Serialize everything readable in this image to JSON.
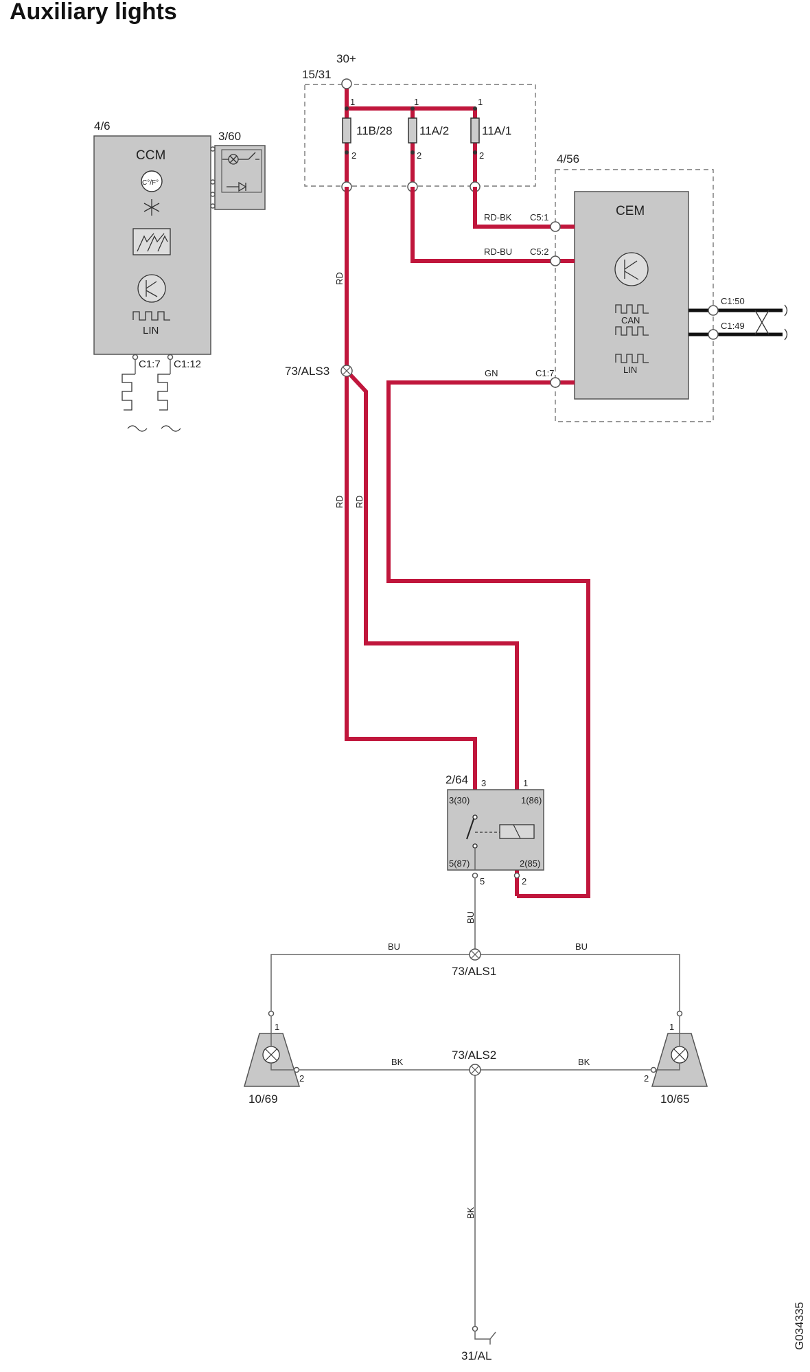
{
  "title": "Auxiliary lights",
  "figure_id": "G034335",
  "components": {
    "ccm": {
      "ref": "4/6",
      "name": "CCM",
      "temp": "C°/F°",
      "lin": "LIN",
      "pin_a": "C1:7",
      "pin_b": "C1:12"
    },
    "switch": {
      "ref": "3/60"
    },
    "fusebox": {
      "ref": "15/31",
      "supply": "30+",
      "fuses": [
        "11B/28",
        "11A/2",
        "11A/1"
      ],
      "pin_in": "1",
      "pin_out": "2"
    },
    "cem": {
      "ref": "4/56",
      "name": "CEM",
      "can": "CAN",
      "lin": "LIN",
      "pins": [
        "C5:1",
        "C5:2",
        "C1:7",
        "C1:50",
        "C1:49"
      ]
    },
    "relay": {
      "ref": "2/64",
      "p3": "3",
      "p1": "1",
      "p5": "5",
      "p2": "2",
      "t30": "3(30)",
      "t86": "1(86)",
      "t87": "5(87)",
      "t85": "2(85)"
    },
    "lamp_left": {
      "ref": "10/69",
      "p1": "1",
      "p2": "2"
    },
    "lamp_right": {
      "ref": "10/65",
      "p1": "1",
      "p2": "2"
    },
    "splices": {
      "als3": "73/ALS3",
      "als1": "73/ALS1",
      "als2": "73/ALS2"
    },
    "ground": "31/AL"
  },
  "wires": {
    "rd": "RD",
    "rd_bk": "RD-BK",
    "rd_bu": "RD-BU",
    "gn": "GN",
    "bu": "BU",
    "bk": "BK"
  },
  "colors": {
    "red_wire": "#c0163c",
    "component_fill": "#c8c8c8",
    "black_wire": "#111111",
    "thin_wire": "#666666"
  }
}
